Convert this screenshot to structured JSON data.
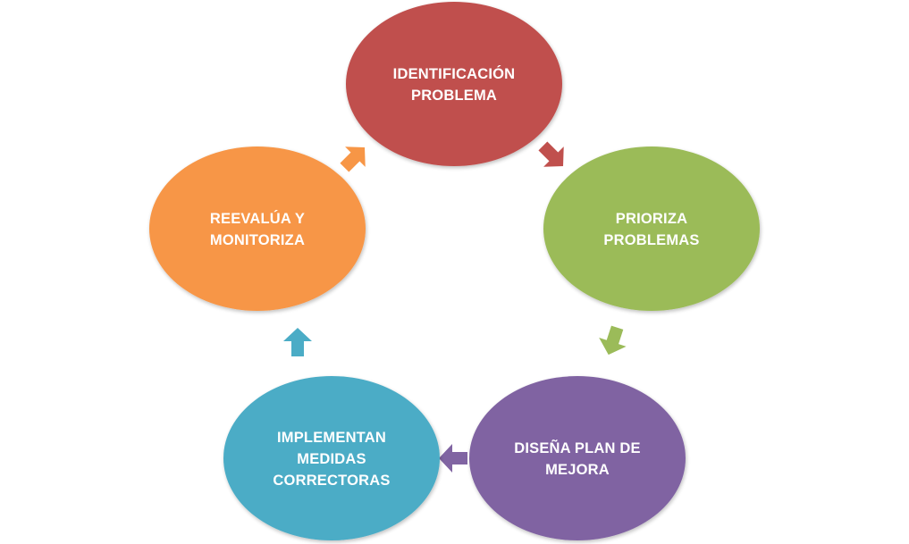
{
  "colors": {
    "identificacion": "#c0504d",
    "prioriza": "#9bbb59",
    "disena": "#8064a2",
    "implementan": "#4bacc6",
    "reevalua": "#f79646",
    "text": "#ffffff"
  },
  "cycle": {
    "nodes": [
      {
        "id": "identificacion",
        "lines": [
          "IDENTIFICACIÓN",
          "PROBLEMA"
        ]
      },
      {
        "id": "prioriza",
        "lines": [
          "PRIORIZA",
          "PROBLEMAS"
        ]
      },
      {
        "id": "disena",
        "lines": [
          "DISEÑA PLAN DE",
          "MEJORA"
        ]
      },
      {
        "id": "implementan",
        "lines": [
          "IMPLEMENTAN",
          "MEDIDAS",
          "CORRECTORAS"
        ]
      },
      {
        "id": "reevalua",
        "lines": [
          "REEVALÚA Y",
          "MONITORIZA"
        ]
      }
    ]
  }
}
